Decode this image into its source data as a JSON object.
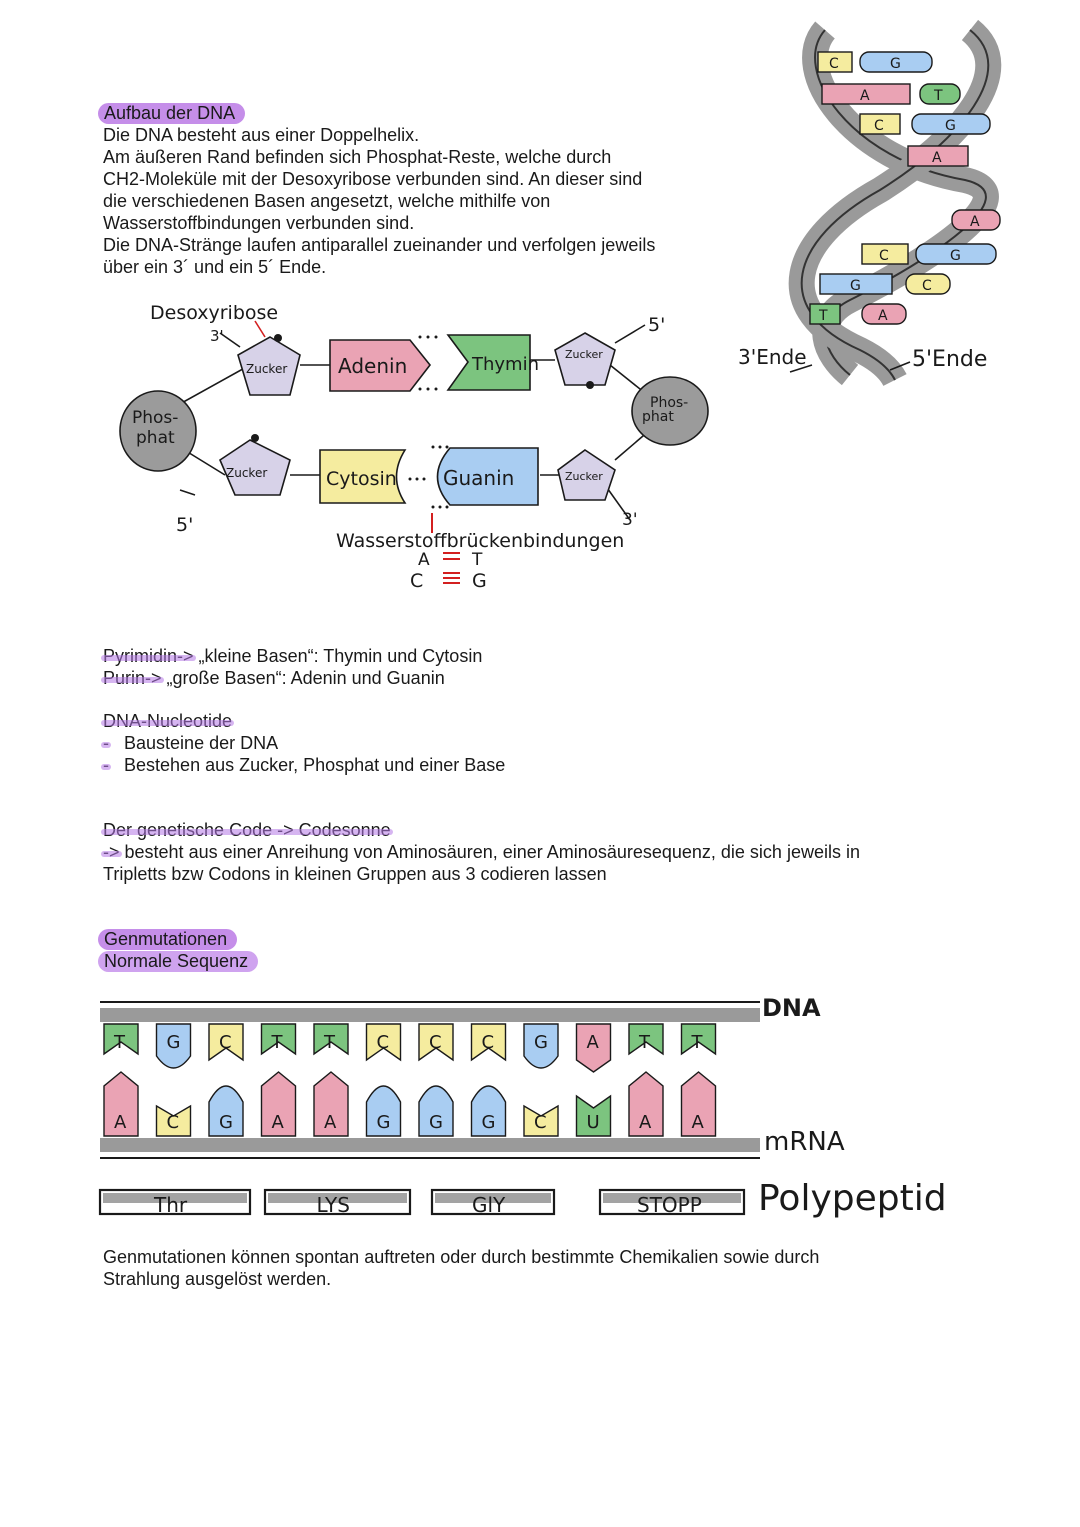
{
  "section_dna": {
    "heading": "Aufbau der DNA",
    "lines": [
      "Die DNA besteht aus einer Doppelhelix.",
      "Am äußeren Rand befinden sich Phosphat-Reste, welche durch",
      "CH2-Moleküle mit der Desoxyribose verbunden sind. An dieser sind",
      "die verschiedenen Basen angesetzt, welche mithilfe von",
      "Wasserstoffbindungen verbunden sind.",
      "Die DNA-Stränge laufen antiparallel zueinander und verfolgen jeweils",
      "über ein 3´ und ein 5´ Ende."
    ]
  },
  "helix": {
    "end3": "3'Ende",
    "end5": "5'Ende",
    "pairs": [
      {
        "left": "C",
        "right": "G"
      },
      {
        "left": "A",
        "right": "T"
      },
      {
        "left": "C",
        "right": "G"
      },
      {
        "left": "A",
        "right": ""
      },
      {
        "left": "",
        "right": "A"
      },
      {
        "left": "C",
        "right": "G"
      },
      {
        "left": "G",
        "right": "C"
      },
      {
        "left": "T",
        "right": "A"
      }
    ],
    "colors": {
      "C": "#f5ec9f",
      "G": "#a9cdf2",
      "A": "#eaa3b4",
      "T": "#7cc47f",
      "backbone": "#9a9a9a"
    }
  },
  "nucleotide_diagram": {
    "desoxyribose": "Desoxyribose",
    "prime3_top": "3'",
    "prime5_top": "5'",
    "prime5_bottom": "5'",
    "prime3_bottom": "3'",
    "sugar": "Zucker",
    "phosphate_left": "Phos-\nphat",
    "phosphate_right": "Phos-\nphat",
    "adenin": "Adenin",
    "thymin": "Thymin",
    "cytosin": "Cytosin",
    "guanin": "Guanin",
    "hbonds": "Wasserstoffbrückenbindungen",
    "pair1_a": "A",
    "pair1_b": "T",
    "pair2_a": "C",
    "pair2_b": "G",
    "colors": {
      "sugar": "#d7d2e8",
      "phosphate": "#9b9b9b",
      "adenin": "#eaa3b4",
      "thymin": "#7cc47f",
      "cytosin": "#f5ec9f",
      "guanin": "#a9cdf2",
      "hbond_red": "#d32020"
    }
  },
  "bases_text": {
    "pyrimidin_label": "Pyrimidin->",
    "pyrimidin_text": " „kleine Basen“: Thymin und Cytosin",
    "purin_label": "Purin->",
    "purin_text": " „große Basen“: Adenin und Guanin"
  },
  "nucleotide_text": {
    "heading": "DNA-Nucleotide",
    "items": [
      "Bausteine der DNA",
      "Bestehen aus Zucker, Phosphat und einer Base"
    ]
  },
  "code_text": {
    "heading": "Der genetische Code -> Codesonne",
    "arrow": "->",
    "line1": " besteht aus einer Anreihung von Aminosäuren, einer Aminosäuresequenz, die sich jeweils in",
    "line2": "Tripletts bzw Codons in kleinen Gruppen aus 3 codieren lassen"
  },
  "mutation": {
    "heading": "Genmutationen",
    "subheading": "Normale Sequenz",
    "dna_label": "DNA",
    "mrna_label": "mRNA",
    "polypeptide_label": "Polypeptid",
    "dna_bases": [
      "T",
      "G",
      "C",
      "T",
      "T",
      "C",
      "C",
      "C",
      "G",
      "A",
      "T",
      "T"
    ],
    "mrna_bases": [
      "A",
      "C",
      "G",
      "A",
      "A",
      "G",
      "G",
      "G",
      "C",
      "U",
      "A",
      "A"
    ],
    "amino_acids": [
      "Thr",
      "LYS",
      "GlY",
      "STOPP"
    ],
    "colors": {
      "T": "#7cc47f",
      "G": "#a9cdf2",
      "C": "#f5ec9f",
      "A": "#eaa3b4",
      "U": "#7cc47f",
      "bar": "#9a9a9a",
      "aa_box": "#a3a3a3"
    },
    "footer_lines": [
      "Genmutationen können spontan auftreten oder durch bestimmte Chemikalien sowie durch",
      "Strahlung ausgelöst werden."
    ]
  }
}
